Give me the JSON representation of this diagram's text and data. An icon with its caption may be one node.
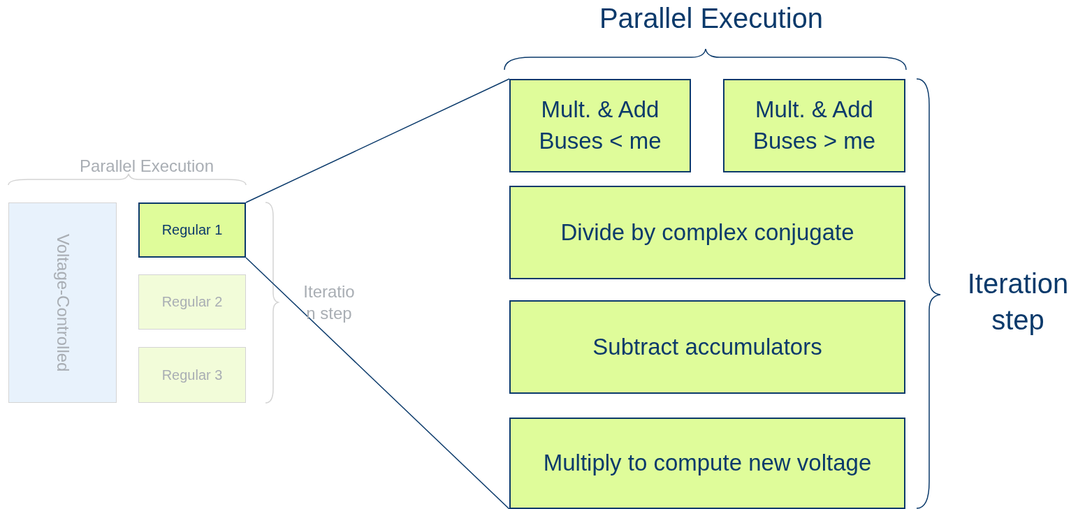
{
  "diagram": {
    "nodes": [
      {
        "text": [
          "Voltage-Controlled"
        ]
      },
      {
        "text": [
          "Regular 1"
        ]
      },
      {
        "text": [
          "Regular 2"
        ]
      },
      {
        "text": [
          "Regular 3"
        ]
      },
      {
        "text": [
          "Mult. & Add Buses < me"
        ]
      },
      {
        "text": [
          "Mult. & Add Buses > me"
        ]
      },
      {
        "text": [
          "Divide by complex conjugate"
        ]
      },
      {
        "text": [
          "Subtract accumulators"
        ]
      },
      {
        "text": [
          "Multiply to compute new voltage"
        ]
      }
    ],
    "edges": [
      {
        "from": 1,
        "to": 4,
        "arrow": "none"
      },
      {
        "from": 1,
        "to": 8,
        "arrow": "none"
      }
    ],
    "labels": [
      "Parallel Execution",
      "Parallel Execution",
      "Iteration step",
      "Iteration step"
    ]
  }
}
